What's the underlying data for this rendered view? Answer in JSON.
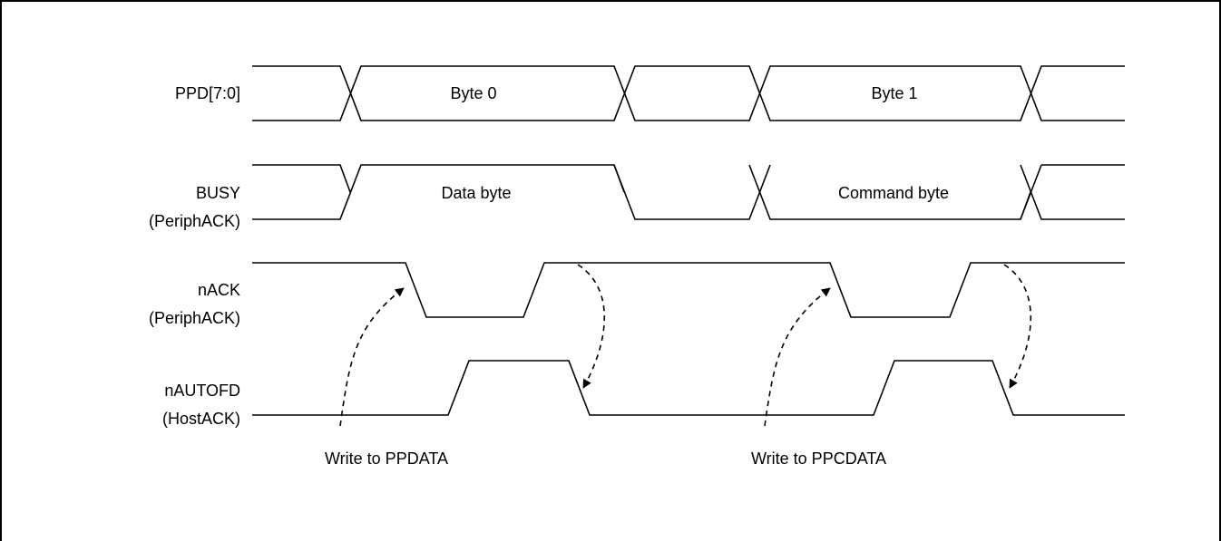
{
  "signals": {
    "ppd": {
      "label": "PPD[7:0]"
    },
    "busy": {
      "label": "BUSY",
      "sublabel": "(PeriphACK)"
    },
    "nack": {
      "label": "nACK",
      "sublabel": "(PeriphACK)"
    },
    "nautofd": {
      "label": "nAUTOFD",
      "sublabel": "(HostACK)"
    }
  },
  "values": {
    "byte0": "Byte 0",
    "byte1": "Byte 1",
    "data_byte": "Data byte",
    "command_byte": "Command byte"
  },
  "annotations": {
    "write_ppdata": "Write to PPDATA",
    "write_ppcdata": "Write to PPCDATA"
  },
  "colors": {
    "line": "#000000",
    "background": "#ffffff"
  }
}
